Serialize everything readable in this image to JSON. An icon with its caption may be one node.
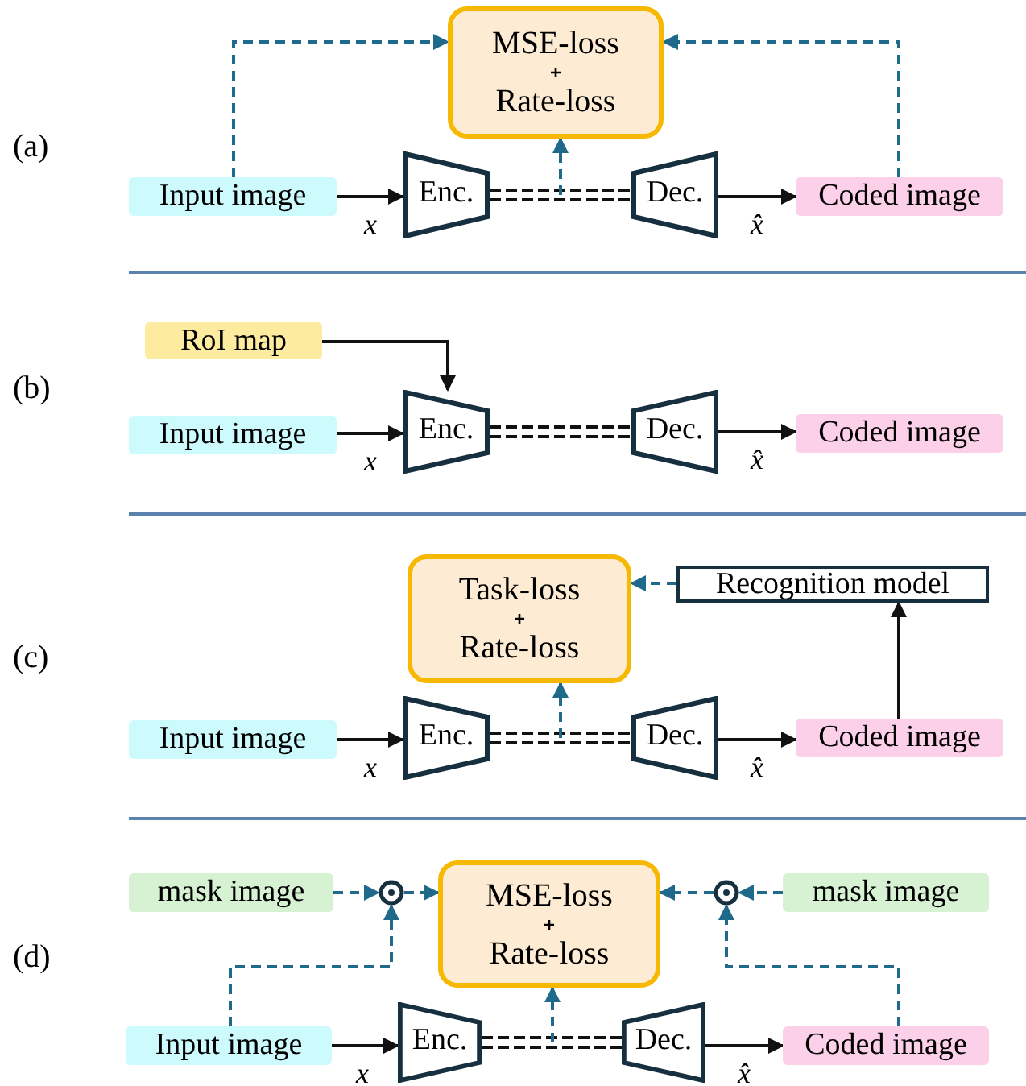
{
  "diagram": {
    "nodes": [
      {
        "text": [
          "MSE-loss",
          "+",
          "Rate-loss"
        ]
      },
      {
        "text": [
          "Input image"
        ]
      },
      {
        "text": [
          "Enc."
        ]
      },
      {
        "text": [
          "Dec."
        ]
      },
      {
        "text": [
          "Coded image"
        ]
      },
      {
        "text": [
          "RoI map"
        ]
      },
      {
        "text": [
          "Input image"
        ]
      },
      {
        "text": [
          "Enc."
        ]
      },
      {
        "text": [
          "Dec."
        ]
      },
      {
        "text": [
          "Coded image"
        ]
      },
      {
        "text": [
          "Task-loss",
          "+",
          "Rate-loss"
        ]
      },
      {
        "text": [
          "Recognition model"
        ]
      },
      {
        "text": [
          "Input image"
        ]
      },
      {
        "text": [
          "Enc."
        ]
      },
      {
        "text": [
          "Dec."
        ]
      },
      {
        "text": [
          "Coded image"
        ]
      },
      {
        "text": [
          "mask image"
        ]
      },
      {
        "text": [],
        "shape": "circle"
      },
      {
        "text": [
          "MSE-loss",
          "+",
          "Rate-loss"
        ]
      },
      {
        "text": [],
        "shape": "circle"
      },
      {
        "text": [
          "mask image"
        ]
      },
      {
        "text": [
          "Input image"
        ]
      },
      {
        "text": [
          "Enc."
        ]
      },
      {
        "text": [
          "Dec."
        ]
      },
      {
        "text": [
          "Coded image"
        ]
      }
    ],
    "edges": [
      {
        "from": 1,
        "to": 2,
        "arrow": "to",
        "label": "x"
      },
      {
        "from": 2,
        "to": 3,
        "arrow": "none",
        "style": "dashed"
      },
      {
        "from": 3,
        "to": 4,
        "arrow": "to",
        "label": "x̂"
      },
      {
        "from": null,
        "to": 0,
        "arrow": "to",
        "style": "dashed",
        "color": "#1f6a8a"
      },
      {
        "from": 1,
        "to": 0,
        "arrow": "to",
        "style": "dashed",
        "color": "#1f6a8a"
      },
      {
        "from": 4,
        "to": 0,
        "arrow": "to",
        "style": "dashed",
        "color": "#1f6a8a"
      },
      {
        "from": 5,
        "to": 7,
        "arrow": "to"
      },
      {
        "from": 6,
        "to": 7,
        "arrow": "to",
        "label": "x"
      },
      {
        "from": 7,
        "to": 8,
        "arrow": "none",
        "style": "dashed"
      },
      {
        "from": 8,
        "to": 9,
        "arrow": "to",
        "label": "x̂"
      },
      {
        "from": 11,
        "to": 10,
        "arrow": "to",
        "style": "dashed",
        "color": "#1f6a8a"
      },
      {
        "from": 15,
        "to": 11,
        "arrow": "to"
      },
      {
        "from": 12,
        "to": 13,
        "arrow": "to",
        "label": "x"
      },
      {
        "from": 13,
        "to": 14,
        "arrow": "none",
        "style": "dashed"
      },
      {
        "from": null,
        "to": 10,
        "arrow": "to",
        "style": "dashed",
        "color": "#1f6a8a"
      },
      {
        "from": 14,
        "to": 15,
        "arrow": "to",
        "label": "x̂"
      },
      {
        "from": 16,
        "to": 17,
        "arrow": "to",
        "style": "dashed",
        "color": "#1f6a8a"
      },
      {
        "from": 17,
        "to": 18,
        "arrow": "to",
        "style": "dashed",
        "color": "#1f6a8a"
      },
      {
        "from": 21,
        "to": 17,
        "arrow": "to",
        "style": "dashed",
        "color": "#1f6a8a"
      },
      {
        "from": 20,
        "to": 19,
        "arrow": "to",
        "style": "dashed",
        "color": "#1f6a8a"
      },
      {
        "from": 19,
        "to": 18,
        "arrow": "to",
        "style": "dashed",
        "color": "#1f6a8a"
      },
      {
        "from": 24,
        "to": 19,
        "arrow": "to",
        "style": "dashed",
        "color": "#1f6a8a"
      },
      {
        "from": 21,
        "to": 22,
        "arrow": "to",
        "label": "x"
      },
      {
        "from": 22,
        "to": 23,
        "arrow": "none",
        "style": "dashed"
      },
      {
        "from": null,
        "to": 18,
        "arrow": "to",
        "style": "dashed",
        "color": "#1f6a8a"
      },
      {
        "from": 23,
        "to": 24,
        "arrow": "to",
        "label": "x̂"
      }
    ],
    "labels": [
      "(a)",
      "(b)",
      "(c)",
      "(d)"
    ]
  }
}
